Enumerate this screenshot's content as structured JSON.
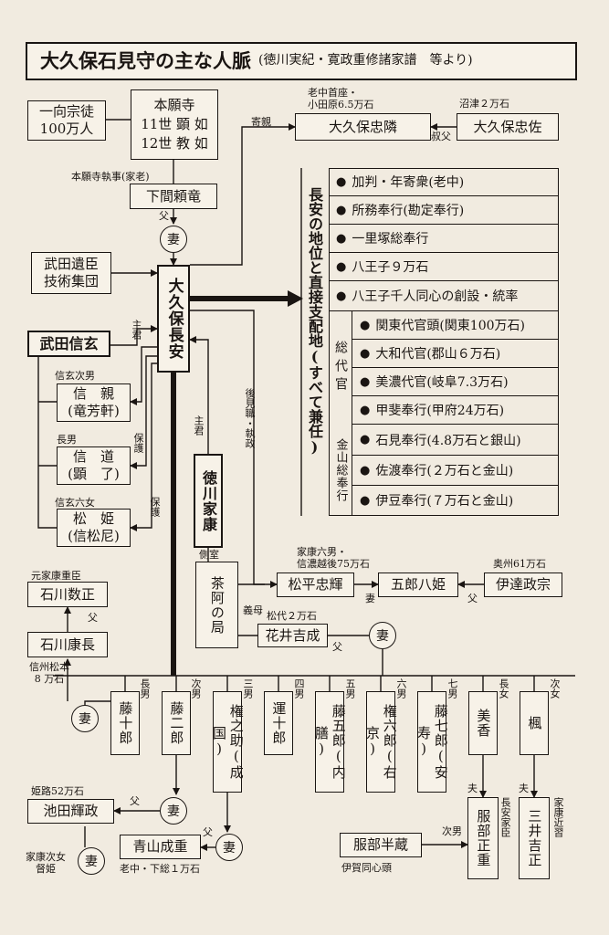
{
  "title": {
    "main": "大久保石見守の主な人脈",
    "sub": "(徳川実紀・寛政重修諸家譜　等より)"
  },
  "nodes": {
    "ikko": "一向宗徒\n100万人",
    "honganji": "本願寺\n11世 顕 如\n12世 教 如",
    "shimotsuma": "下間頼竜",
    "takeda_vassals": "武田遺臣\n技術集団",
    "nagayasu": "大久保長安",
    "tadachika": "大久保忠隣",
    "tadasuke": "大久保忠佐",
    "shingen": "武田信玄",
    "nobuchika": "信　親\n(竜芳軒)",
    "nobumichi": "信　道\n(顕　了)",
    "matsuhime": "松　姫\n(信松尼)",
    "ieyasu": "徳川家康",
    "chaa": "茶阿の局",
    "tadateru": "松平忠輝",
    "gorohachi": "五郎八姫",
    "masamune": "伊達政宗",
    "hanai": "花井吉成",
    "kazumasa": "石川数正",
    "yasunaga": "石川康長",
    "ikeda": "池田輝政",
    "aoyama": "青山成重",
    "hanzo": "服部半蔵",
    "hattori": "服部正重",
    "mitsui": "三井吉正",
    "spouse": "妻",
    "sons": [
      "藤十郎",
      "藤二郎",
      "権之助(成国)",
      "運十郎",
      "藤五郎(内膳)",
      "権六郎(右京)",
      "藤七郎(安寿)",
      "美香",
      "楓"
    ]
  },
  "roles": {
    "heading": "長安の地位と直接支配地(すべて兼任)",
    "items": [
      "加判・年寄衆(老中)",
      "所務奉行(勘定奉行)",
      "一里塚総奉行",
      "八王子９万石",
      "八王子千人同心の創設・統率"
    ],
    "daikan_label": "総代官",
    "daikan": [
      "関東代官頭(関東100万石)",
      "大和代官(郡山６万石)",
      "美濃代官(岐阜7.3万石)",
      "甲斐奉行(甲府24万石)"
    ],
    "kinzan_label": "金山総奉行",
    "kinzan": [
      "石見奉行(4.8万石と銀山)",
      "佐渡奉行(２万石と金山)",
      "伊豆奉行(７万石と金山)"
    ],
    "bullet": "●"
  },
  "labels": {
    "roju": "老中首座・\n小田原6.5万石",
    "numazu": "沼津２万石",
    "yorioya": "寄親",
    "shukufu": "叔父",
    "shitsuji": "本願寺執事(家老)",
    "chichi": "父",
    "shukun": "主君",
    "hogo": "保護",
    "shingen_2nd": "信玄次男",
    "shingen_6th": "信玄六女",
    "chonan": "長男",
    "koken": "後見職・執政",
    "sokushitsu": "側室",
    "gibo": "義母",
    "ieyasu_6th": "家康六男・\n信濃越後75万石",
    "tsuma": "妻",
    "oshu": "奥州61万石",
    "matsushiro": "松代２万石",
    "ishikawa_old": "元家康重臣",
    "matsumoto": "信州松本\n8 万石",
    "himeji": "姫路52万石",
    "tokuhime": "家康次女\n督姫",
    "shimousa": "老中・下総１万石",
    "iga": "伊賀同心頭",
    "jinan": "次男",
    "otto": "夫",
    "nagayasu_kashin": "長安家臣",
    "ieyasu_kinju": "家康近習",
    "order": [
      "長男",
      "次男",
      "三男",
      "四男",
      "五男",
      "六男",
      "七男",
      "長女",
      "次女"
    ]
  }
}
